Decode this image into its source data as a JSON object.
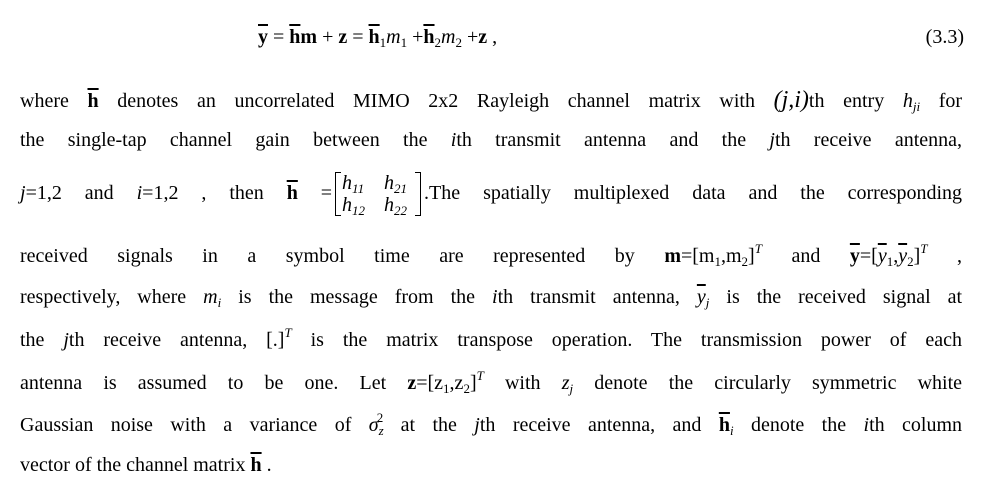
{
  "equation": {
    "y": "y",
    "eq": "=",
    "h": "h",
    "m": "m",
    "plus": "+",
    "z": "z",
    "sub1": "1",
    "sub2": "2",
    "comma": ",",
    "number": "(3.3)"
  },
  "l1": {
    "t0": "where",
    "h": "h",
    "t1": "denotes an uncorrelated MIMO 2x2 Rayleigh channel matrix with",
    "ji": "(j,i)",
    "t2": "th entry",
    "hji": "h",
    "hji_sub": "ji",
    "t3": "for"
  },
  "l2": {
    "t0": "the single-tap channel gain between the",
    "i": "i",
    "t1": "th transmit antenna and the",
    "j": "j",
    "t2": "th receive antenna,"
  },
  "l3": {
    "j": "j",
    "j_val": "=1,2",
    "t0": "and",
    "i": "i",
    "i_val": "=1,2",
    "t1": ", then",
    "h": "h",
    "eq": "=",
    "matrix": [
      [
        "h11",
        "h21"
      ],
      [
        "h12",
        "h22"
      ]
    ],
    "m_h": "h",
    "m11": "11",
    "m21": "21",
    "m12": "12",
    "m22": "22",
    "t2": ".The spatially multiplexed data and the corresponding"
  },
  "l4": {
    "t0": "received signals in a symbol time are represented by",
    "m": "m",
    "mvec": "=[m",
    "c": ",m",
    "close": "]",
    "T": "T",
    "t1": "and",
    "y": "y",
    "yvec": "=[",
    "yc": ",",
    "t2": ","
  },
  "l5": {
    "t0": "respectively, where",
    "m": "m",
    "i": "i",
    "t1": "is the message from the",
    "i2": "i",
    "t2": "th transmit antenna,",
    "y": "y",
    "j": "j",
    "t3": "is the received signal at"
  },
  "l6": {
    "t0": "the",
    "j": "j",
    "t1": "th receive antenna,",
    "br": "[.]",
    "T": "T",
    "t2": "is the matrix transpose operation. The transmission power of each"
  },
  "l7": {
    "t0": "antenna is assumed to be one. Let",
    "z": "z",
    "zvec": "=[z",
    "c": ",z",
    "close": "]",
    "T": "T",
    "t1": "with",
    "zj": "z",
    "j": "j",
    "t2": "denote the circularly symmetric white"
  },
  "l8": {
    "t0": "Gaussian noise with a variance of",
    "sigma": "σ",
    "z": "z",
    "two": "2",
    "t1": "at the",
    "j": "j",
    "t2": "th receive antenna, and",
    "h": "h",
    "i": "i",
    "t3": "denote the",
    "i2": "i",
    "t4": "th column"
  },
  "l9": {
    "t0": "vector of the channel matrix",
    "h": "h",
    "t1": "."
  }
}
